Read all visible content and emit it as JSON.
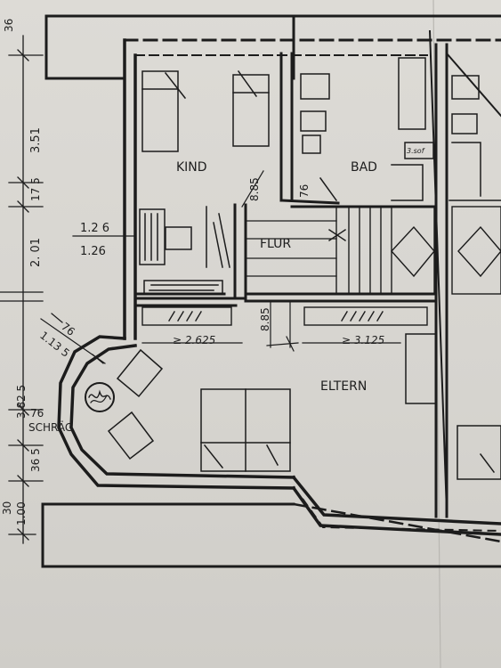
{
  "plan": {
    "ink_color": "#1c1c1c",
    "paper_color": "#d9d7d2",
    "rooms": {
      "kind": "KIND",
      "bad": "BAD",
      "flur": "FLUR",
      "eltern": "ELTERN",
      "schrag": "SCHRÄG"
    },
    "dimensions": {
      "top_partial": "36",
      "left_351": "3.51",
      "left_175": "17 5",
      "left_201": "2. 01",
      "win_126_top": "1.2 6",
      "win_126_bot": "1.26",
      "bay_76": "76",
      "bay_1135": "1.13 5",
      "left_3825": "3.82 5",
      "left_76": "76",
      "left_365": "36 5",
      "left_100": "1.00",
      "left_partial": "30",
      "kind_885": "8.85",
      "bad_76": "76",
      "flur_885": "8.85",
      "kind_width": "≥ 2.625",
      "eltern_width": "≥ 3.125",
      "fixture_label": "3.sof"
    }
  }
}
